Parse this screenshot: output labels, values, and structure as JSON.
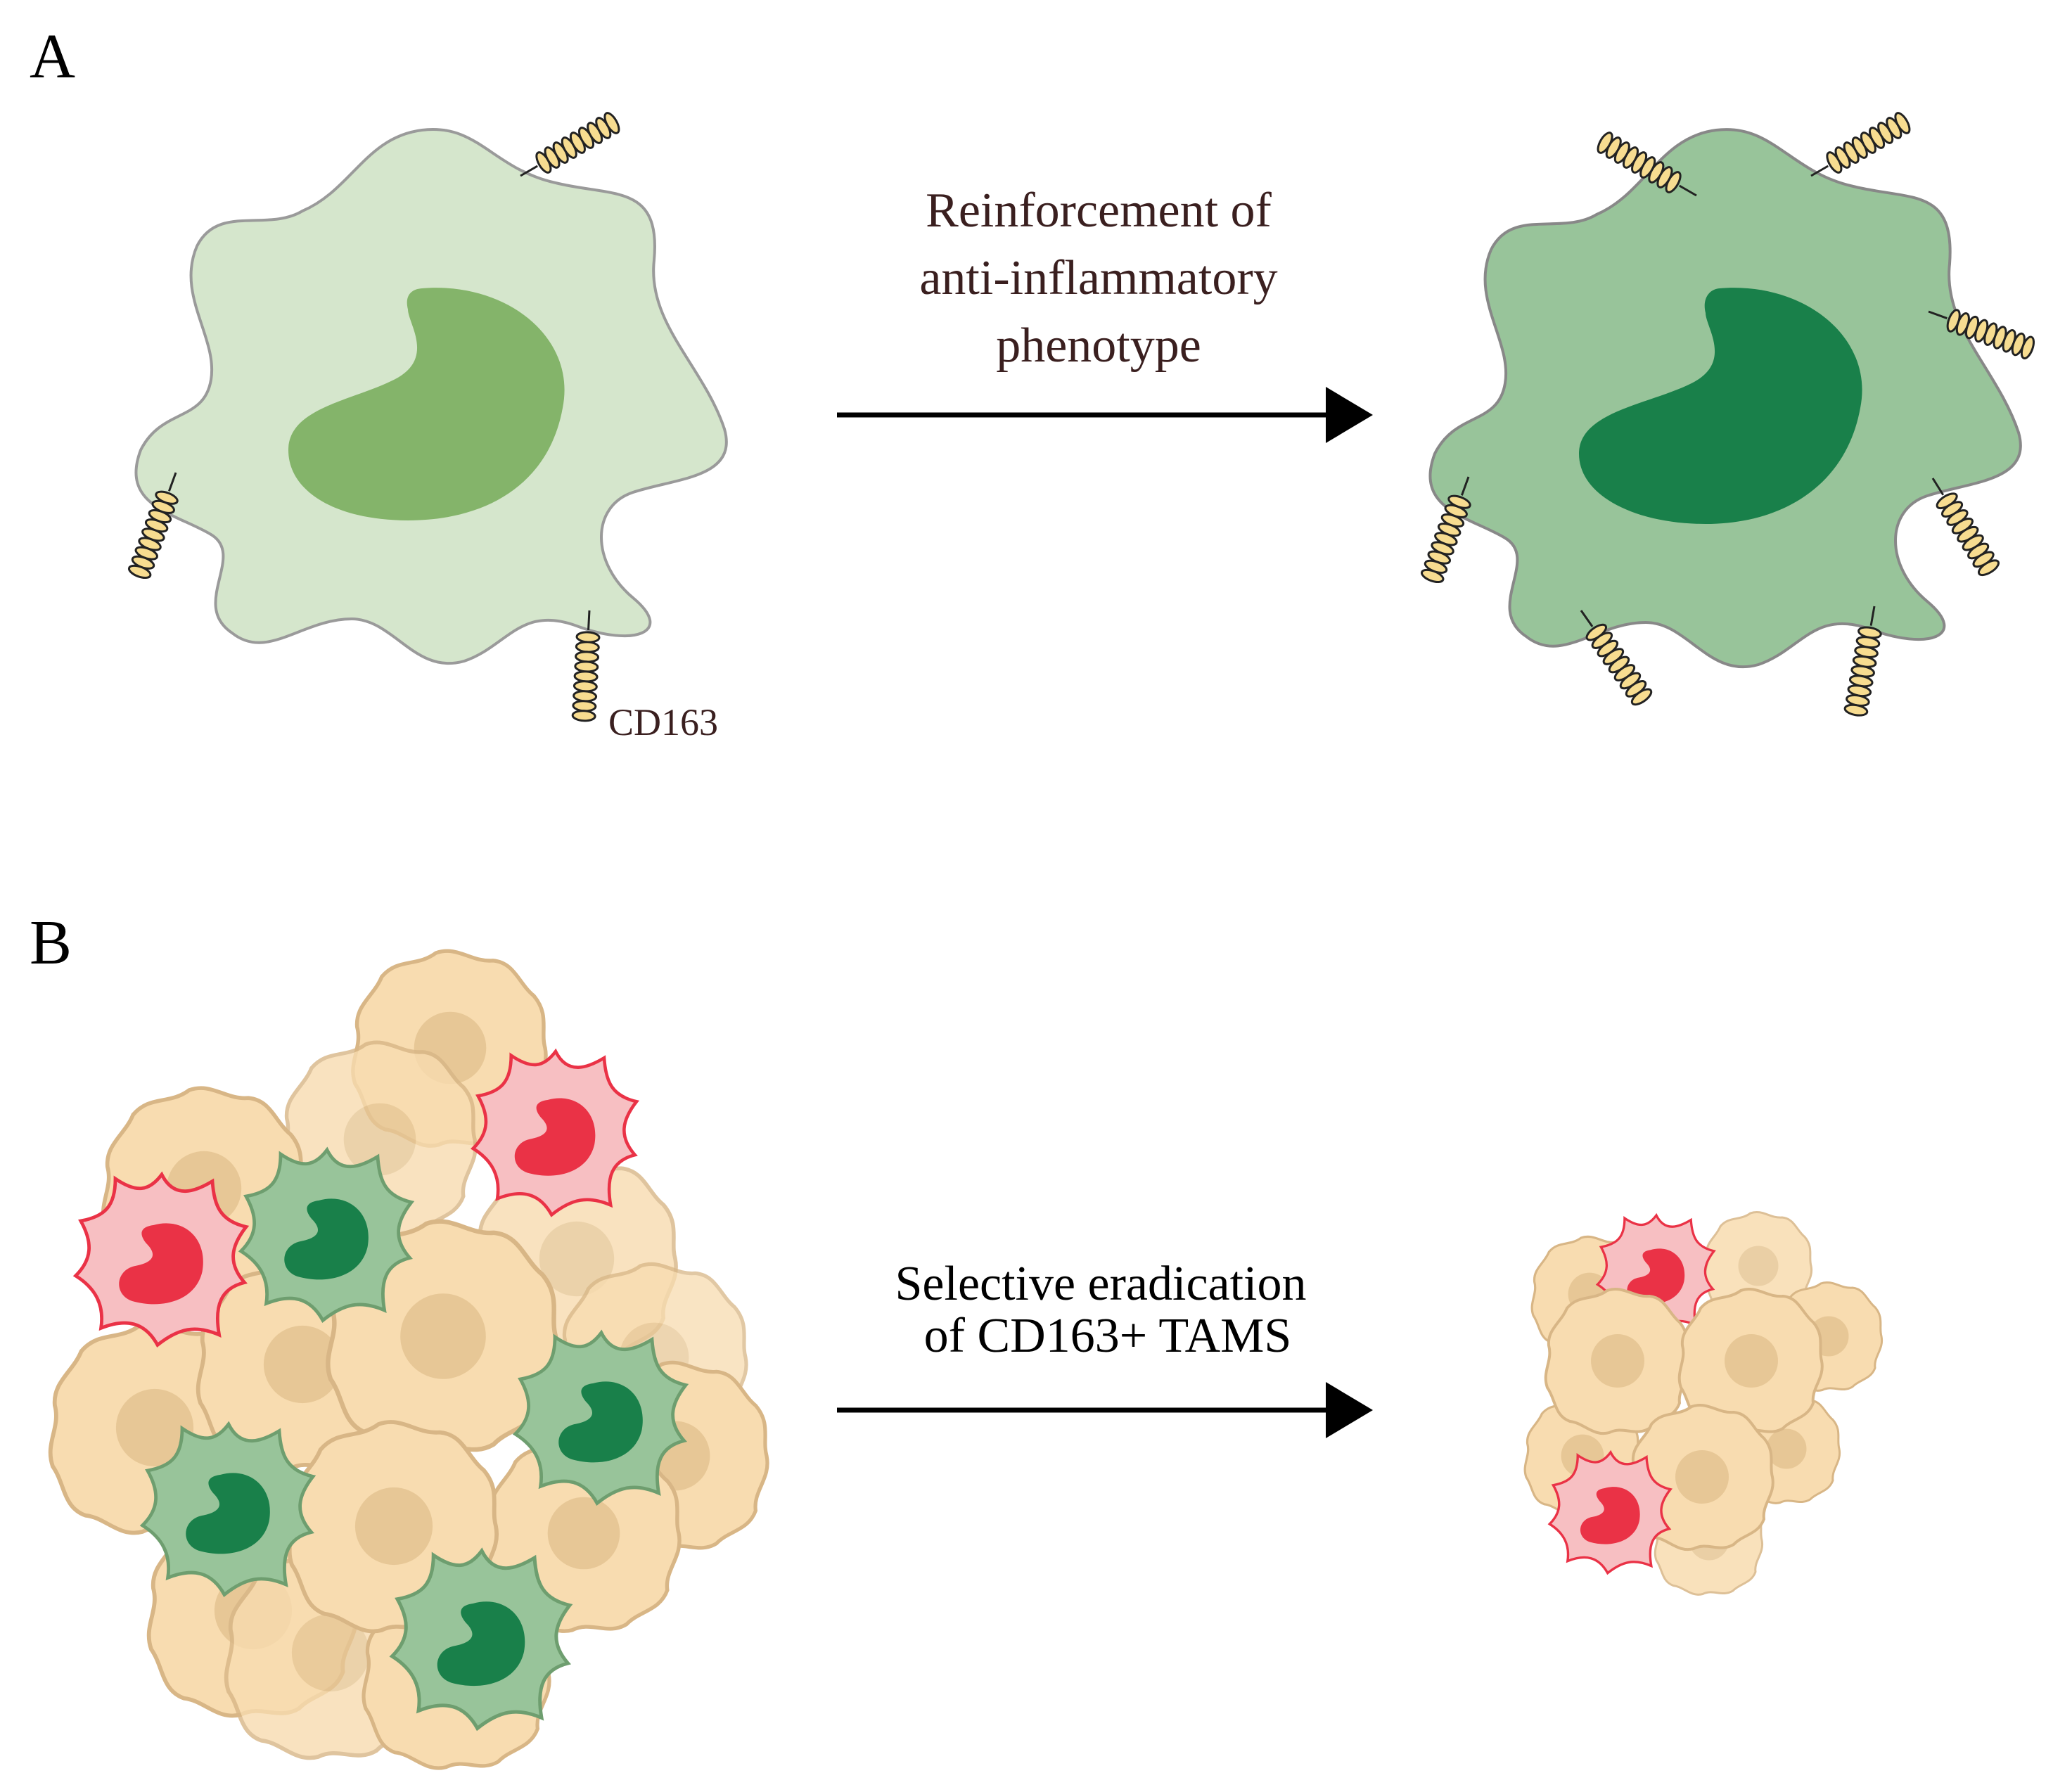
{
  "panels": {
    "a": {
      "letter": "A",
      "arrow_label": [
        "Reinforcement of",
        "anti-inflammatory",
        "phenotype"
      ],
      "receptor_label": "CD163"
    },
    "b": {
      "letter": "B",
      "arrow_label": [
        "Selective eradication",
        "of CD163+ TAMS"
      ]
    }
  },
  "colors": {
    "macrophage_light_body": "#d5e6cc",
    "macrophage_light_nucleus": "#84b46a",
    "macrophage_dark_body": "#98c49a",
    "macrophage_dark_nucleus": "#19804a",
    "receptor": "#f7dc90",
    "tumor_cell": "#f8dcb0",
    "tumor_nucleus": "#e2c08e",
    "red_macrophage_body": "#f7bfc2",
    "red_macrophage_nucleus": "#ea3246",
    "arrow": "#000000"
  },
  "icons": {
    "receptor": "coil-receptor-icon",
    "macrophage": "macrophage-cell-icon",
    "tumor_cell": "tumor-cell-icon"
  }
}
